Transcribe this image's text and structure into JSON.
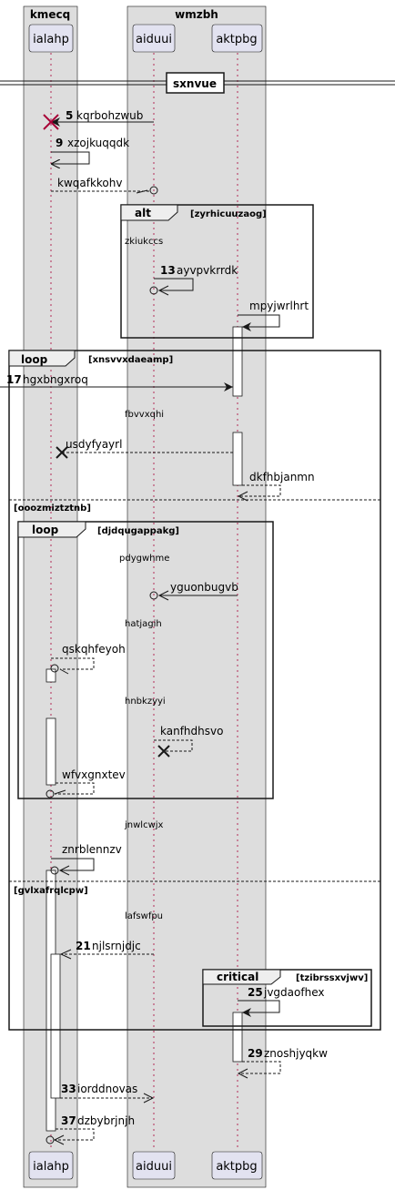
{
  "boxes": [
    {
      "title": "kmecq",
      "participants": [
        "ialahp"
      ]
    },
    {
      "title": "wmzbh",
      "participants": [
        "aiduui",
        "aktpbg"
      ]
    }
  ],
  "participants": [
    "ialahp",
    "aiduui",
    "aktpbg"
  ],
  "divider": {
    "label": "sxnvue"
  },
  "messages": [
    {
      "num": "5",
      "text": "kqrbohzwub"
    },
    {
      "num": "9",
      "text": "xzojkuqqdk"
    },
    {
      "num": "",
      "text": "kwqafkkohv"
    },
    {
      "num": "13",
      "text": "ayvpvkrrdk"
    },
    {
      "num": "",
      "text": "mpyjwrlhrt"
    },
    {
      "num": "17",
      "text": "hgxbngxroq"
    },
    {
      "num": "",
      "text": "usdyfyayrl"
    },
    {
      "num": "",
      "text": "dkfhbjanmn"
    },
    {
      "num": "",
      "text": "yguonbugvb"
    },
    {
      "num": "",
      "text": "qskqhfeyoh"
    },
    {
      "num": "",
      "text": "kanfhdhsvo"
    },
    {
      "num": "",
      "text": "wfvxgnxtev"
    },
    {
      "num": "",
      "text": "znrblennzv"
    },
    {
      "num": "21",
      "text": "njlsrnjdjc"
    },
    {
      "num": "25",
      "text": "jvgdaofhex"
    },
    {
      "num": "29",
      "text": "znoshjyqkw"
    },
    {
      "num": "33",
      "text": "iorddnovas"
    },
    {
      "num": "37",
      "text": "dzbybrjnjh"
    }
  ],
  "notes": [
    "zkiukccs",
    "fbvvxqhi",
    "pdygwhme",
    "hatjagih",
    "hnbkzyyi",
    "jnwlcwjx",
    "lafswfpu"
  ],
  "frames": [
    {
      "kind": "alt",
      "condition": "[zyrhicuuzaog]"
    },
    {
      "kind": "loop",
      "condition": "[xnsvvxdaeamp]",
      "else_label": "[ooozmiztztnb]",
      "else2_label": "[gvlxafrqlcpw]"
    },
    {
      "kind": "loop",
      "condition": "[djdqugappakg]"
    },
    {
      "kind": "critical",
      "condition": "[tzibrssxvjwv]"
    }
  ],
  "colors": {
    "box_fill": "#dddddd",
    "participant_fill": "#e2e2f0",
    "participant_stroke": "#181818",
    "lifeline": "#a80036"
  }
}
